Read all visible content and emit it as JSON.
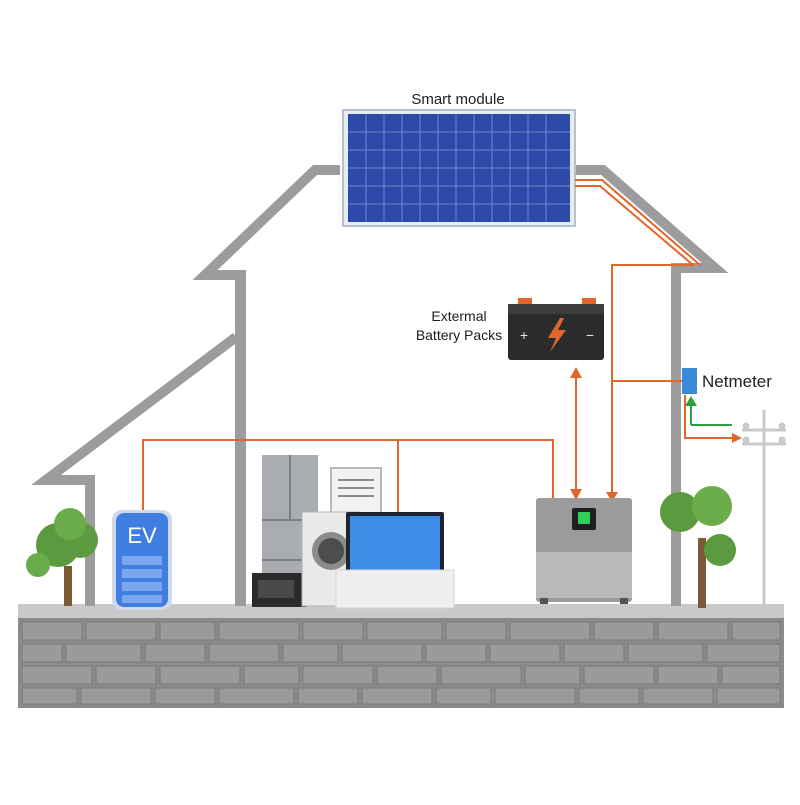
{
  "labels": {
    "solar_panel": "Smart module",
    "battery_line1": "Extermal",
    "battery_line2": "Battery Packs",
    "netmeter": "Netmeter",
    "ev_charger": "EV"
  },
  "colors": {
    "house_outline": "#9c9c9c",
    "wire": "#e0662b",
    "grid_arrow": "#2e9e3e",
    "panel_blue": "#2d4aa8",
    "netmeter_blue": "#3b8ad9",
    "ev_blue": "#3f7ee0",
    "brick": "#8a8a8a",
    "tree_green": "#5b9a3e"
  },
  "icons": {
    "battery": "battery-icon",
    "lightning": "lightning-bolt-icon",
    "inverter": "hybrid-inverter-icon",
    "utility_pole": "utility-pole-icon",
    "tree": "tree-icon",
    "fridge": "refrigerator-icon",
    "washer": "washing-machine-icon",
    "monitor": "monitor-icon",
    "air_conditioner": "air-conditioner-icon"
  }
}
